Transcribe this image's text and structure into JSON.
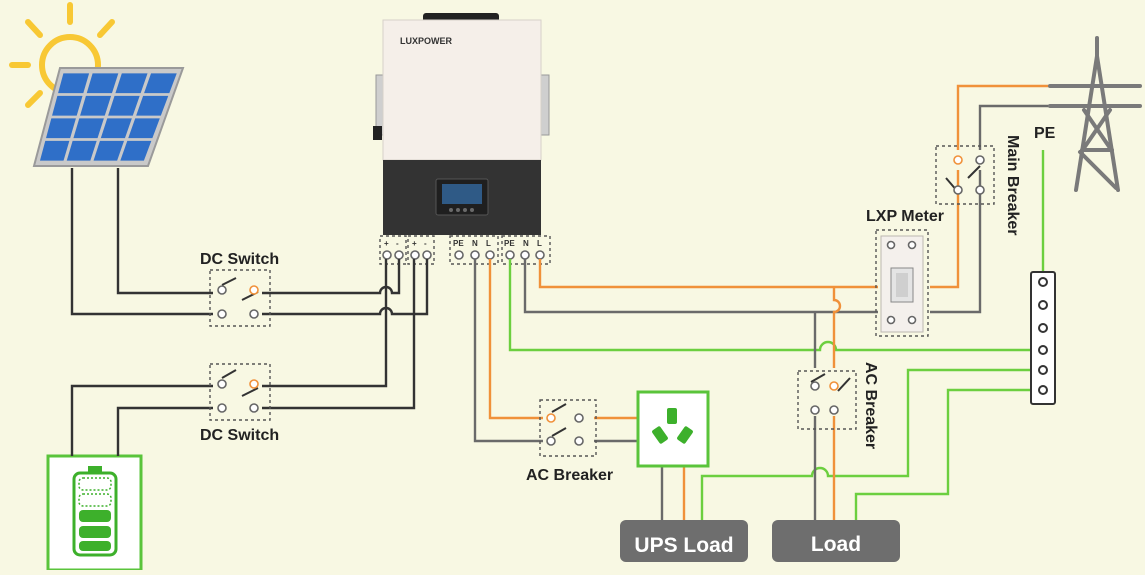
{
  "inverter": {
    "brand": "LUXPOWER"
  },
  "labels": {
    "dc_switch_top": "DC Switch",
    "dc_switch_bottom": "DC Switch",
    "ac_breaker_ups": "AC Breaker",
    "ac_breaker_load": "AC Breaker",
    "main_breaker": "Main Breaker",
    "lxp_meter": "LXP Meter",
    "pe": "PE",
    "ups_load": "UPS Load",
    "load": "Load"
  },
  "terminals": {
    "dc_plus": "+",
    "dc_minus": "-",
    "pe": "PE",
    "n": "N",
    "l": "L"
  },
  "colors": {
    "background": "#f8f8e3",
    "live": "#f0913a",
    "neutral": "#6a6a6a",
    "earth": "#6ccf3f",
    "dc": "#333333"
  }
}
